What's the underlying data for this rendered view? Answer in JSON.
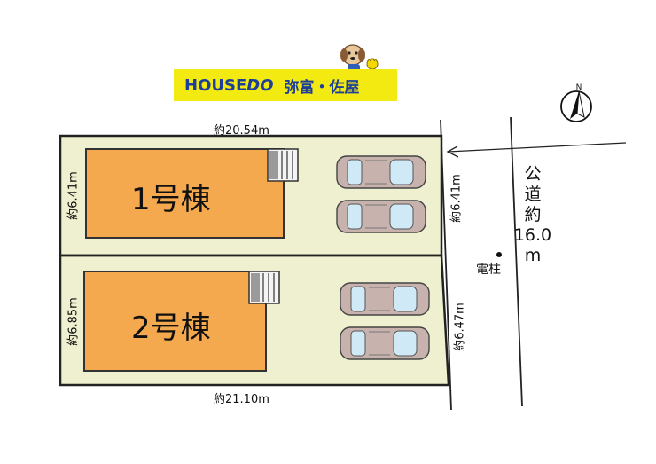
{
  "brand": {
    "name_house": "HOUSE",
    "name_do": "DO",
    "branch": "弥富・佐屋"
  },
  "compass": {
    "label": "N"
  },
  "lots": [
    {
      "name": "1号棟",
      "depth_label": "約6.41m",
      "frontage_label": "約6.41m"
    },
    {
      "name": "2号棟",
      "depth_label": "約6.85m",
      "frontage_label": "約6.47m"
    }
  ],
  "dimensions": {
    "top_width": "約20.54m",
    "bottom_width": "約21.10m"
  },
  "road": {
    "chars": [
      "公",
      "道",
      "約",
      "16.0",
      "m"
    ]
  },
  "utility_pole": {
    "label": "電柱"
  },
  "colors": {
    "lot_fill": "#eef0cf",
    "building_fill": "#f5a94e",
    "banner": "#f2ea10",
    "brand_text": "#1d3f9a",
    "car_body": "#c7b2ae",
    "car_glass": "#cfe9f6"
  }
}
